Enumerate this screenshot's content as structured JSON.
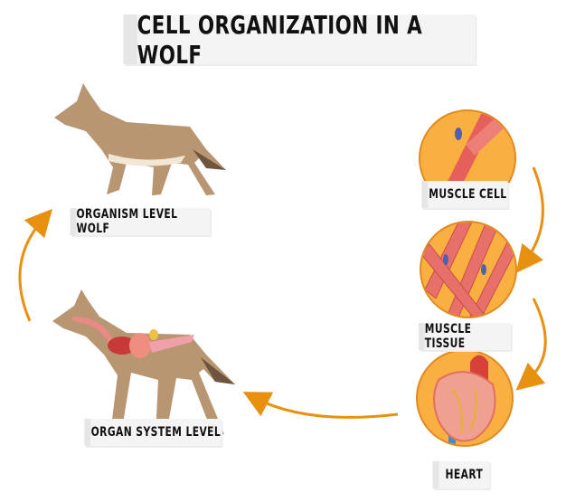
{
  "title": "CELL ORGANIZATION IN A WOLF",
  "stages": [
    {
      "label": "MUSCLE CELL"
    },
    {
      "label": "MUSCLE TISSUE"
    },
    {
      "label": "HEART"
    },
    {
      "label": "ORGAN SYSTEM LEVEL"
    },
    {
      "label": "ORGANISM LEVEL WOLF"
    }
  ],
  "colors": {
    "arrow": "#e8900f",
    "circle": "#f9b040",
    "muscle": "#e5605a",
    "wolf": "#b99672"
  }
}
